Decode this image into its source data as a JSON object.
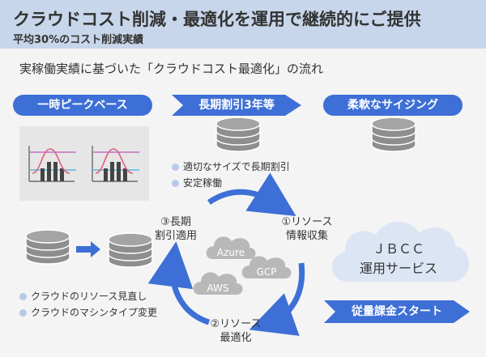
{
  "header": {
    "title": "クラウドコスト削減・最適化を運用で継続的にご提供",
    "subtitle": "平均30%のコスト削減実績"
  },
  "flow": {
    "title": "実稼働実績に基づいた「クラウドコスト最適化」の流れ"
  },
  "phases": [
    {
      "label": "一時ピークベース"
    },
    {
      "label": "長期割引3年等"
    },
    {
      "label": "柔軟なサイジング"
    }
  ],
  "phase2_points": [
    "適切なサイズで長期割引",
    "安定稼働"
  ],
  "cycle": {
    "step1_line1": "①リソース",
    "step1_line2": "情報収集",
    "step2_line1": "②リソース",
    "step2_line2": "最適化",
    "step3_line1": "③長期",
    "step3_line2": "割引適用"
  },
  "clouds": {
    "azure": "Azure",
    "gcp": "GCP",
    "aws": "AWS"
  },
  "service": {
    "line1": "ＪＢＣＣ",
    "line2": "運用サービス"
  },
  "bottom_points": [
    "クラウドのリソース見直し",
    "クラウドのマシンタイプ変更"
  ],
  "billing": {
    "label": "従量課金スタート"
  },
  "colors": {
    "accent_blue": "#3d6fd6",
    "header_bg": "#c7d6ea",
    "peak_line": "#c070c0",
    "base_line": "#5ab3d8",
    "db_gray": "#8e8e8e",
    "cloud_gray": "#b8b8b8",
    "service_cloud": "#dce5f4"
  }
}
